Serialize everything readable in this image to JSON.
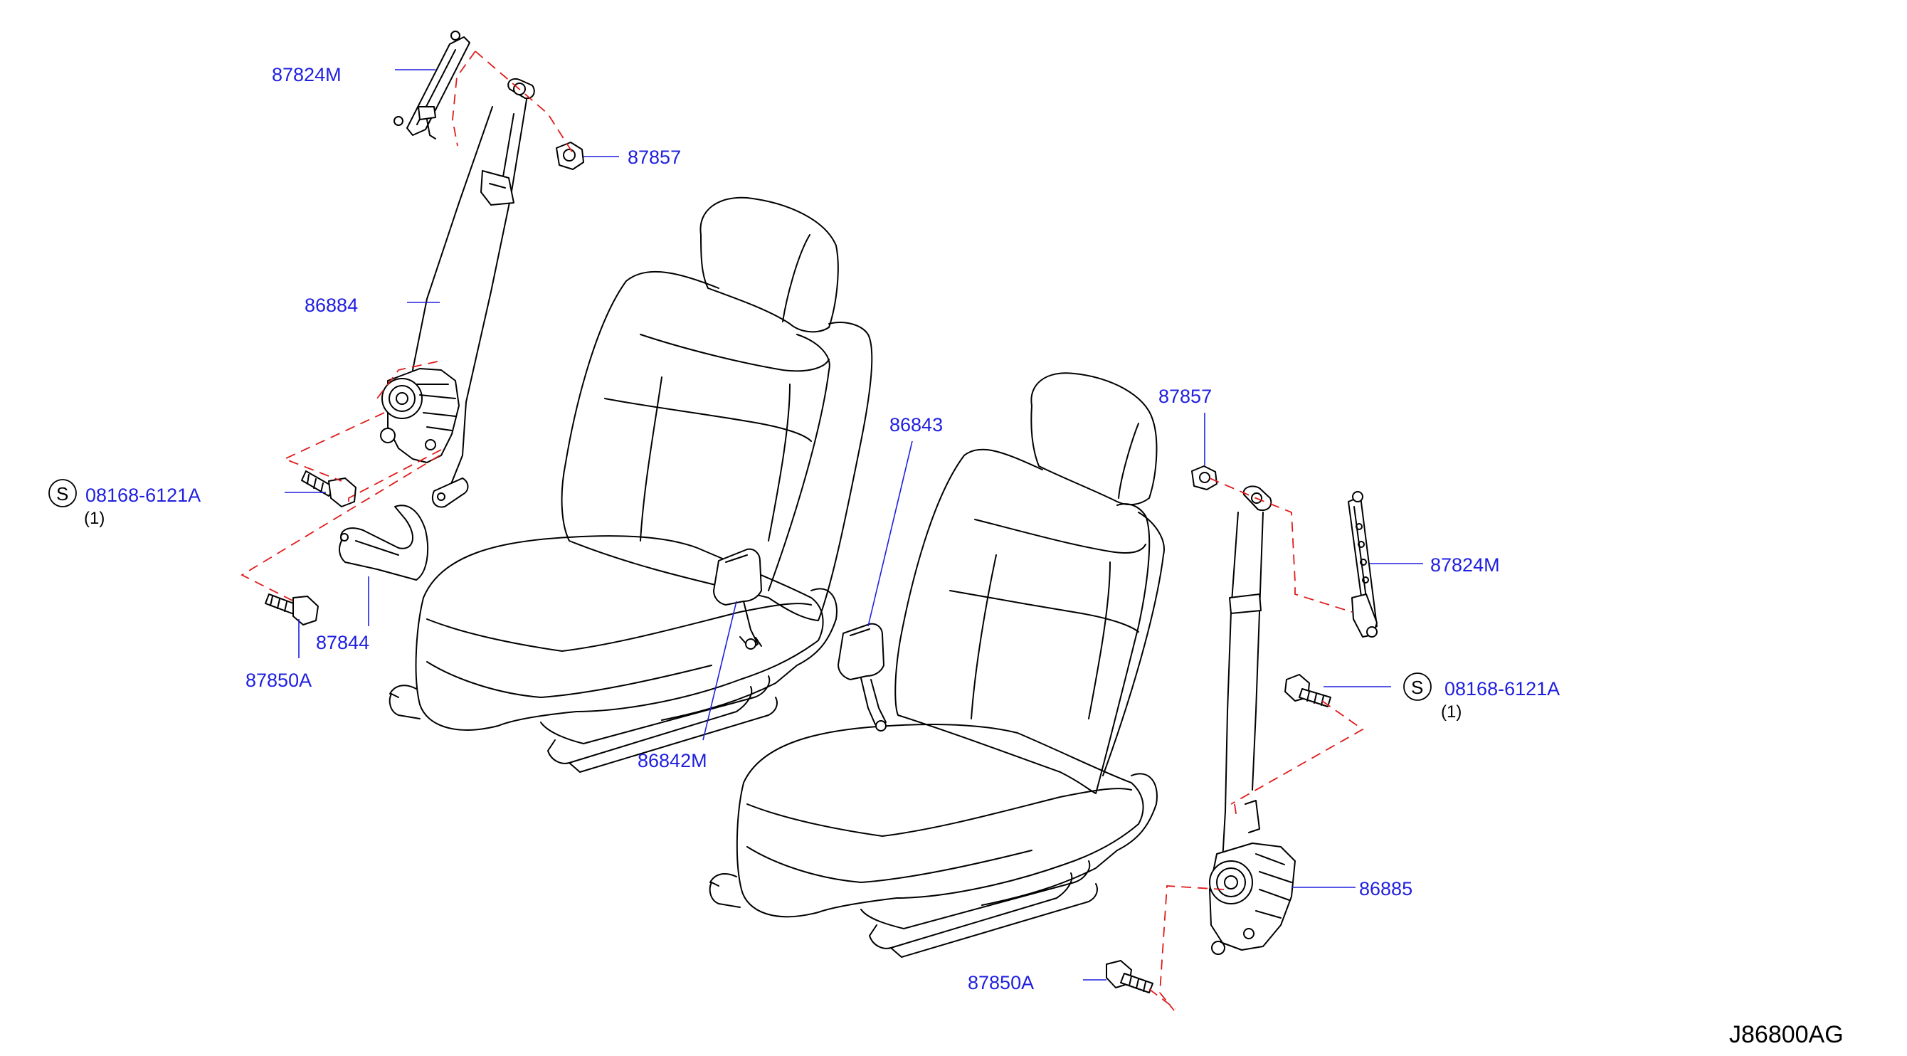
{
  "labels": {
    "l_87824M_upper": "87824M",
    "l_87857_upper": "87857",
    "l_86884": "86884",
    "l_08168_left": "08168-6121A",
    "l_qty_left": "(1)",
    "l_87844": "87844",
    "l_87850A_left": "87850A",
    "l_86842M": "86842M",
    "l_86843": "86843",
    "l_87857_right": "87857",
    "l_87824M_right": "87824M",
    "l_08168_right": "08168-6121A",
    "l_qty_right": "(1)",
    "l_86885": "86885",
    "l_87850A_bottom": "87850A"
  },
  "symbols": {
    "standard_part": "S"
  },
  "reference_code": "J86800AG",
  "colors": {
    "part_label": "#1f1fe0",
    "dashed_guide": "#e01b1b",
    "line_art": "#000000"
  }
}
